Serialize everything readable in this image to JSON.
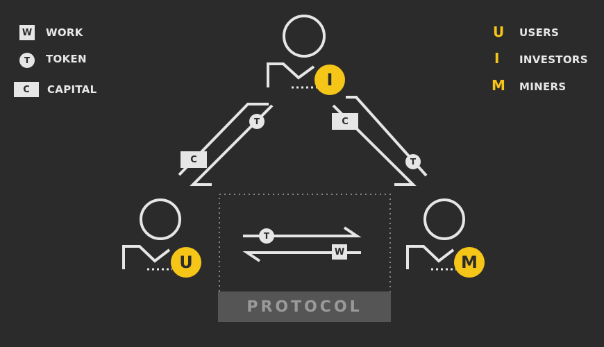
{
  "legend_left": [
    {
      "badge": "W",
      "label": "WORK",
      "shape": "square"
    },
    {
      "badge": "T",
      "label": "TOKEN",
      "shape": "circle"
    },
    {
      "badge": "C",
      "label": "CAPITAL",
      "shape": "rect"
    }
  ],
  "legend_right": [
    {
      "letter": "U",
      "label": "USERS"
    },
    {
      "letter": "I",
      "label": "INVESTORS"
    },
    {
      "letter": "M",
      "label": "MINERS"
    }
  ],
  "actors": {
    "investor": "I",
    "user": "U",
    "miner": "M"
  },
  "flows": {
    "left_token": "T",
    "left_capital": "C",
    "right_capital": "C",
    "right_token": "T",
    "protocol_token": "T",
    "protocol_work": "W"
  },
  "protocol_label": "PROTOCOL",
  "colors": {
    "background": "#2b2b2b",
    "line": "#e6e6e6",
    "accent": "#f5c518",
    "protocol_bar": "#555555"
  }
}
